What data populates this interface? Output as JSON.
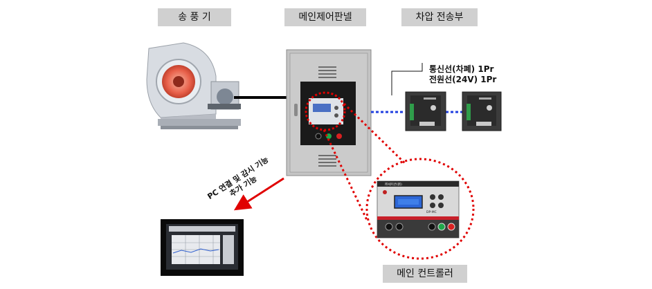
{
  "labels": {
    "blower": "송 풍 기",
    "panel": "메인제어판넬",
    "transmitter": "차압 전송부",
    "controller": "메인 컨트롤러"
  },
  "cable_notes": {
    "line1": "통신선(차폐) 1Pr",
    "line2": "전원선(24V) 1Pr"
  },
  "pc_note": {
    "line1": "PC 연결 및 감시 기능",
    "line2": "추가 기능"
  },
  "controller_screen": {
    "brand": "㈜세미콘(新)",
    "model": "DP-MC"
  },
  "colors": {
    "label_bg": "#d0d0d0",
    "panel_body": "#c4c4c4",
    "dotted_red": "#e00000",
    "dotted_blue": "#1f3fe0",
    "arrow_red": "#e00000"
  }
}
